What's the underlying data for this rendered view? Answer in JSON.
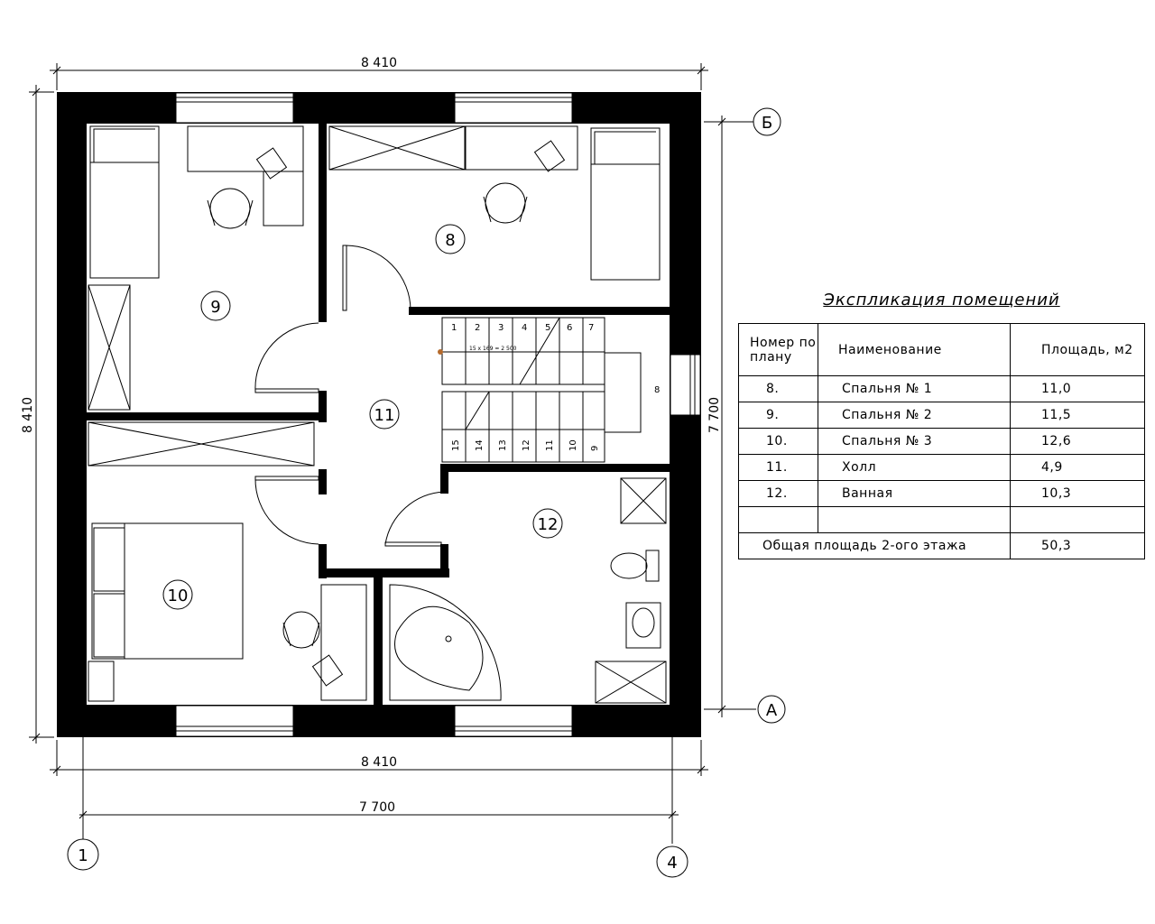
{
  "plan": {
    "dim_top": "8 410",
    "dim_bottom_outer": "8 410",
    "dim_bottom_inner": "7 700",
    "dim_left": "8 410",
    "dim_right": "7 700",
    "axes": {
      "b": "Б",
      "a": "А",
      "one": "1",
      "four": "4"
    },
    "rooms": {
      "r8": "8",
      "r9": "9",
      "r10": "10",
      "r11": "11",
      "r12": "12"
    },
    "stairs": {
      "spec": "15 х 169 = 2 500",
      "top_steps": [
        "1",
        "2",
        "3",
        "4",
        "5",
        "6",
        "7"
      ],
      "landing_step": "8",
      "bottom_steps": [
        "15",
        "14",
        "13",
        "12",
        "11",
        "10",
        "9"
      ]
    }
  },
  "explication": {
    "title": "Экспликация помещений",
    "headers": {
      "num": "Номер по плану",
      "name": "Наименование",
      "area": "Площадь, м2"
    },
    "rows": [
      {
        "num": "8.",
        "name": "Спальня № 1",
        "area": "11,0"
      },
      {
        "num": "9.",
        "name": "Спальня № 2",
        "area": "11,5"
      },
      {
        "num": "10.",
        "name": "Спальня № 3",
        "area": "12,6"
      },
      {
        "num": "11.",
        "name": "Холл",
        "area": "4,9"
      },
      {
        "num": "12.",
        "name": "Ванная",
        "area": "10,3"
      },
      {
        "num": "",
        "name": "",
        "area": ""
      }
    ],
    "total_label": "Общая площадь 2-ого этажа",
    "total_value": "50,3"
  }
}
